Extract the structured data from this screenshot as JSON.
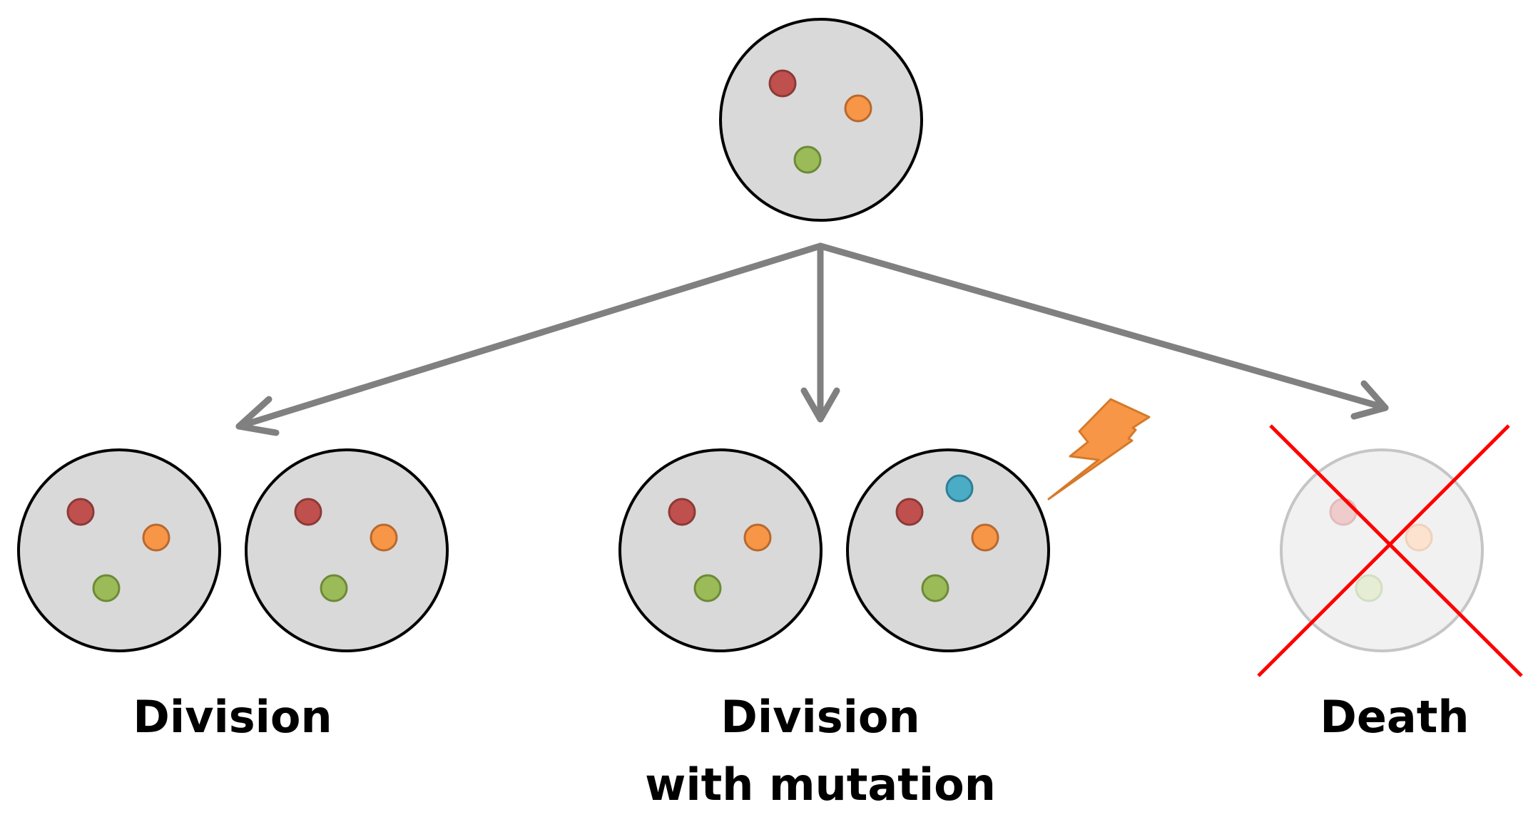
{
  "colors": {
    "cell_fill": "#d9d9d9",
    "cell_stroke": "#000000",
    "arrow": "#808080",
    "red_dot": "#c0504d",
    "orange_dot": "#f79646",
    "green_dot": "#9bbb59",
    "blue_dot": "#4bacc6",
    "lightning": "#f79646",
    "cross": "#ff0000"
  },
  "labels": {
    "division": "Division",
    "mutation_line1": "Division",
    "mutation_line2": "with mutation",
    "death": "Death"
  },
  "icons": {
    "mutation": "lightning-bolt-icon",
    "death": "cross-icon"
  }
}
